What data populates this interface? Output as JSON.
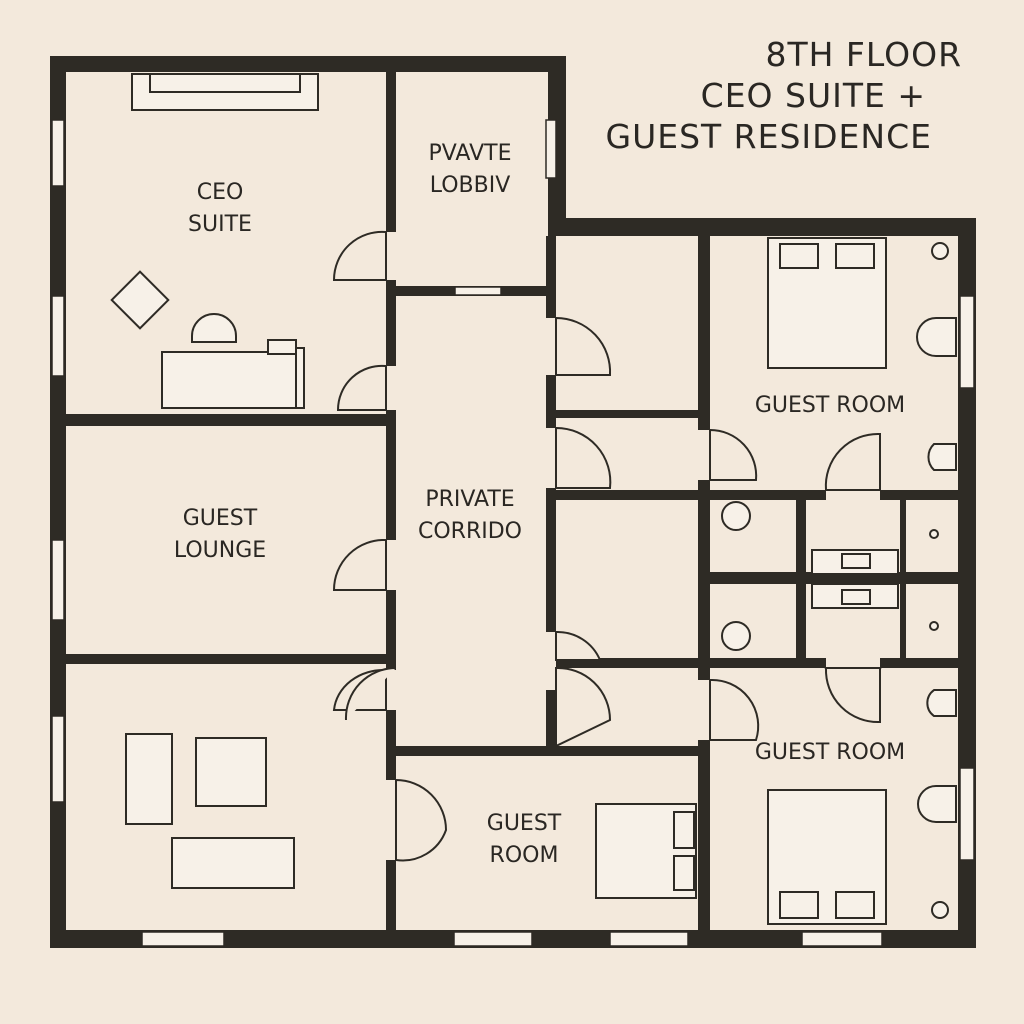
{
  "title": {
    "line1": "8TH FLOOR",
    "line2": "CEO SUITE +",
    "line3": "GUEST RESIDENCE"
  },
  "rooms": {
    "ceo_suite": {
      "line1": "CEO",
      "line2": "SUITE"
    },
    "private_lobby": {
      "line1": "PVAVTE",
      "line2": "LOBBIV"
    },
    "guest_lounge": {
      "line1": "GUEST",
      "line2": "LOUNGE"
    },
    "private_corridor": {
      "line1": "PRIVATE",
      "line2": "CORRIDO"
    },
    "guest_room_top": {
      "line1": "GUEST ROOM"
    },
    "guest_room_right_bottom": {
      "line1": "GUEST ROOM"
    },
    "guest_room_bottom": {
      "line1": "GUEST",
      "line2": "ROOM"
    }
  },
  "colors": {
    "background": "#f3e9dc",
    "wall": "#2e2b25"
  }
}
